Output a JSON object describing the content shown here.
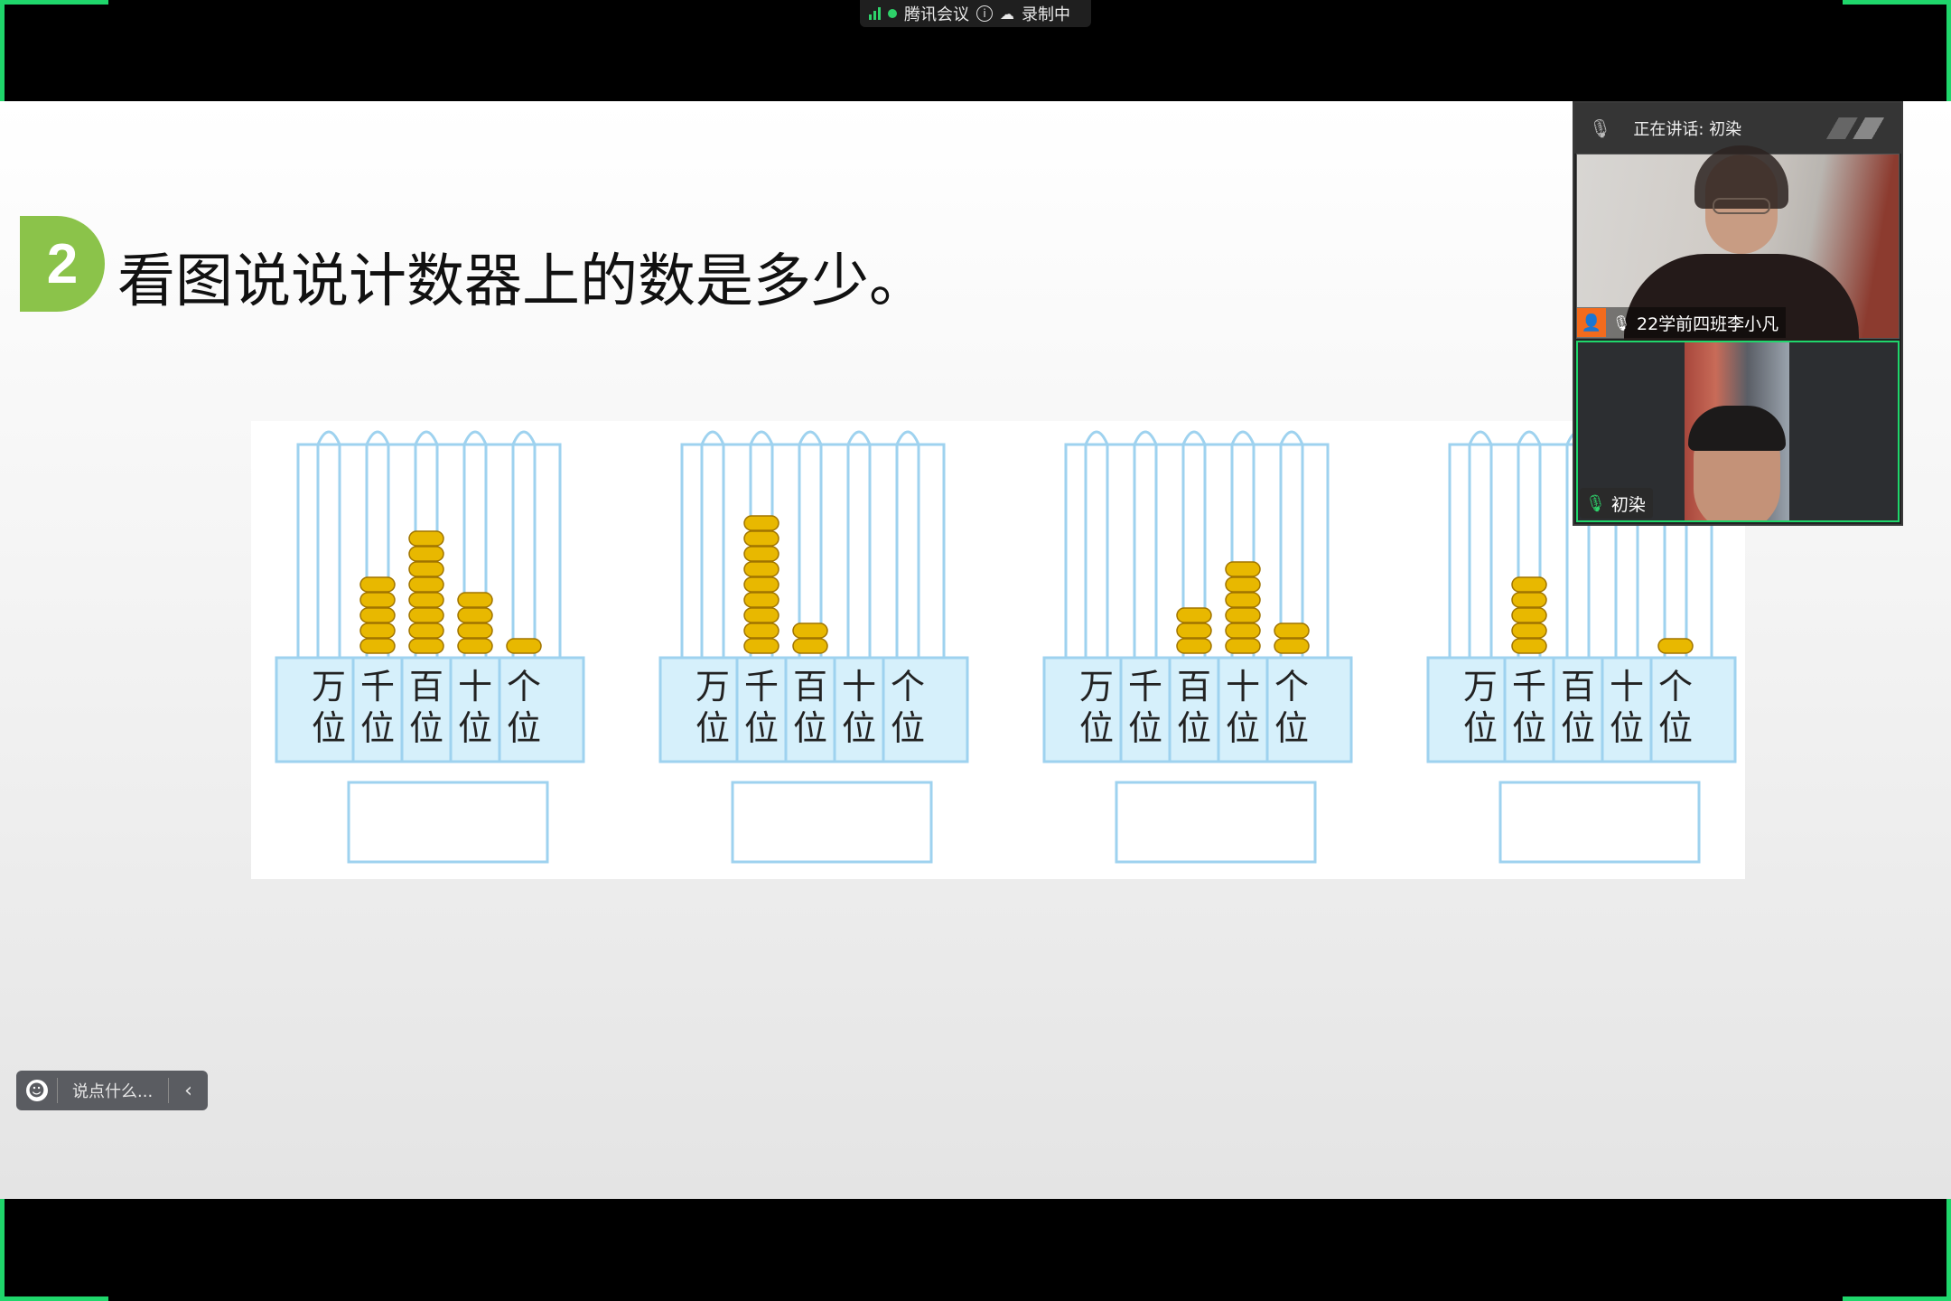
{
  "top_status": {
    "app_name": "腾讯会议",
    "info_glyph": "i",
    "cloud_glyph": "☁",
    "recording": "录制中",
    "colors": {
      "signal": "#2ed26a"
    }
  },
  "slide": {
    "badge_number": "2",
    "heading": "看图说说计数器上的数是多少。",
    "colors": {
      "badge": "#8bc34a",
      "abacus_label_bg": "#d6f0fb",
      "abacus_wire": "#9ed2ef",
      "bead": "#e8b800"
    }
  },
  "abacus_figures": {
    "place_labels": [
      [
        "万",
        "位"
      ],
      [
        "千",
        "位"
      ],
      [
        "百",
        "位"
      ],
      [
        "十",
        "位"
      ],
      [
        "个",
        "位"
      ]
    ],
    "bead_counts": [
      [
        0,
        5,
        8,
        4,
        1
      ],
      [
        0,
        9,
        2,
        0,
        0
      ],
      [
        0,
        0,
        3,
        6,
        2
      ],
      [
        0,
        5,
        0,
        0,
        1
      ]
    ]
  },
  "chat_bar": {
    "emoji_glyph": "☻",
    "placeholder": "说点什么...",
    "collapse_glyph": "‹"
  },
  "video_panel": {
    "mic_glyph": "🎙",
    "speaking_label": "正在讲话: 初染",
    "tiles": [
      {
        "name": "22学前四班李小凡",
        "host_glyph": "👤",
        "mic_glyph": "🎙"
      },
      {
        "name": "初染",
        "mic_glyph": "🎙"
      }
    ]
  }
}
